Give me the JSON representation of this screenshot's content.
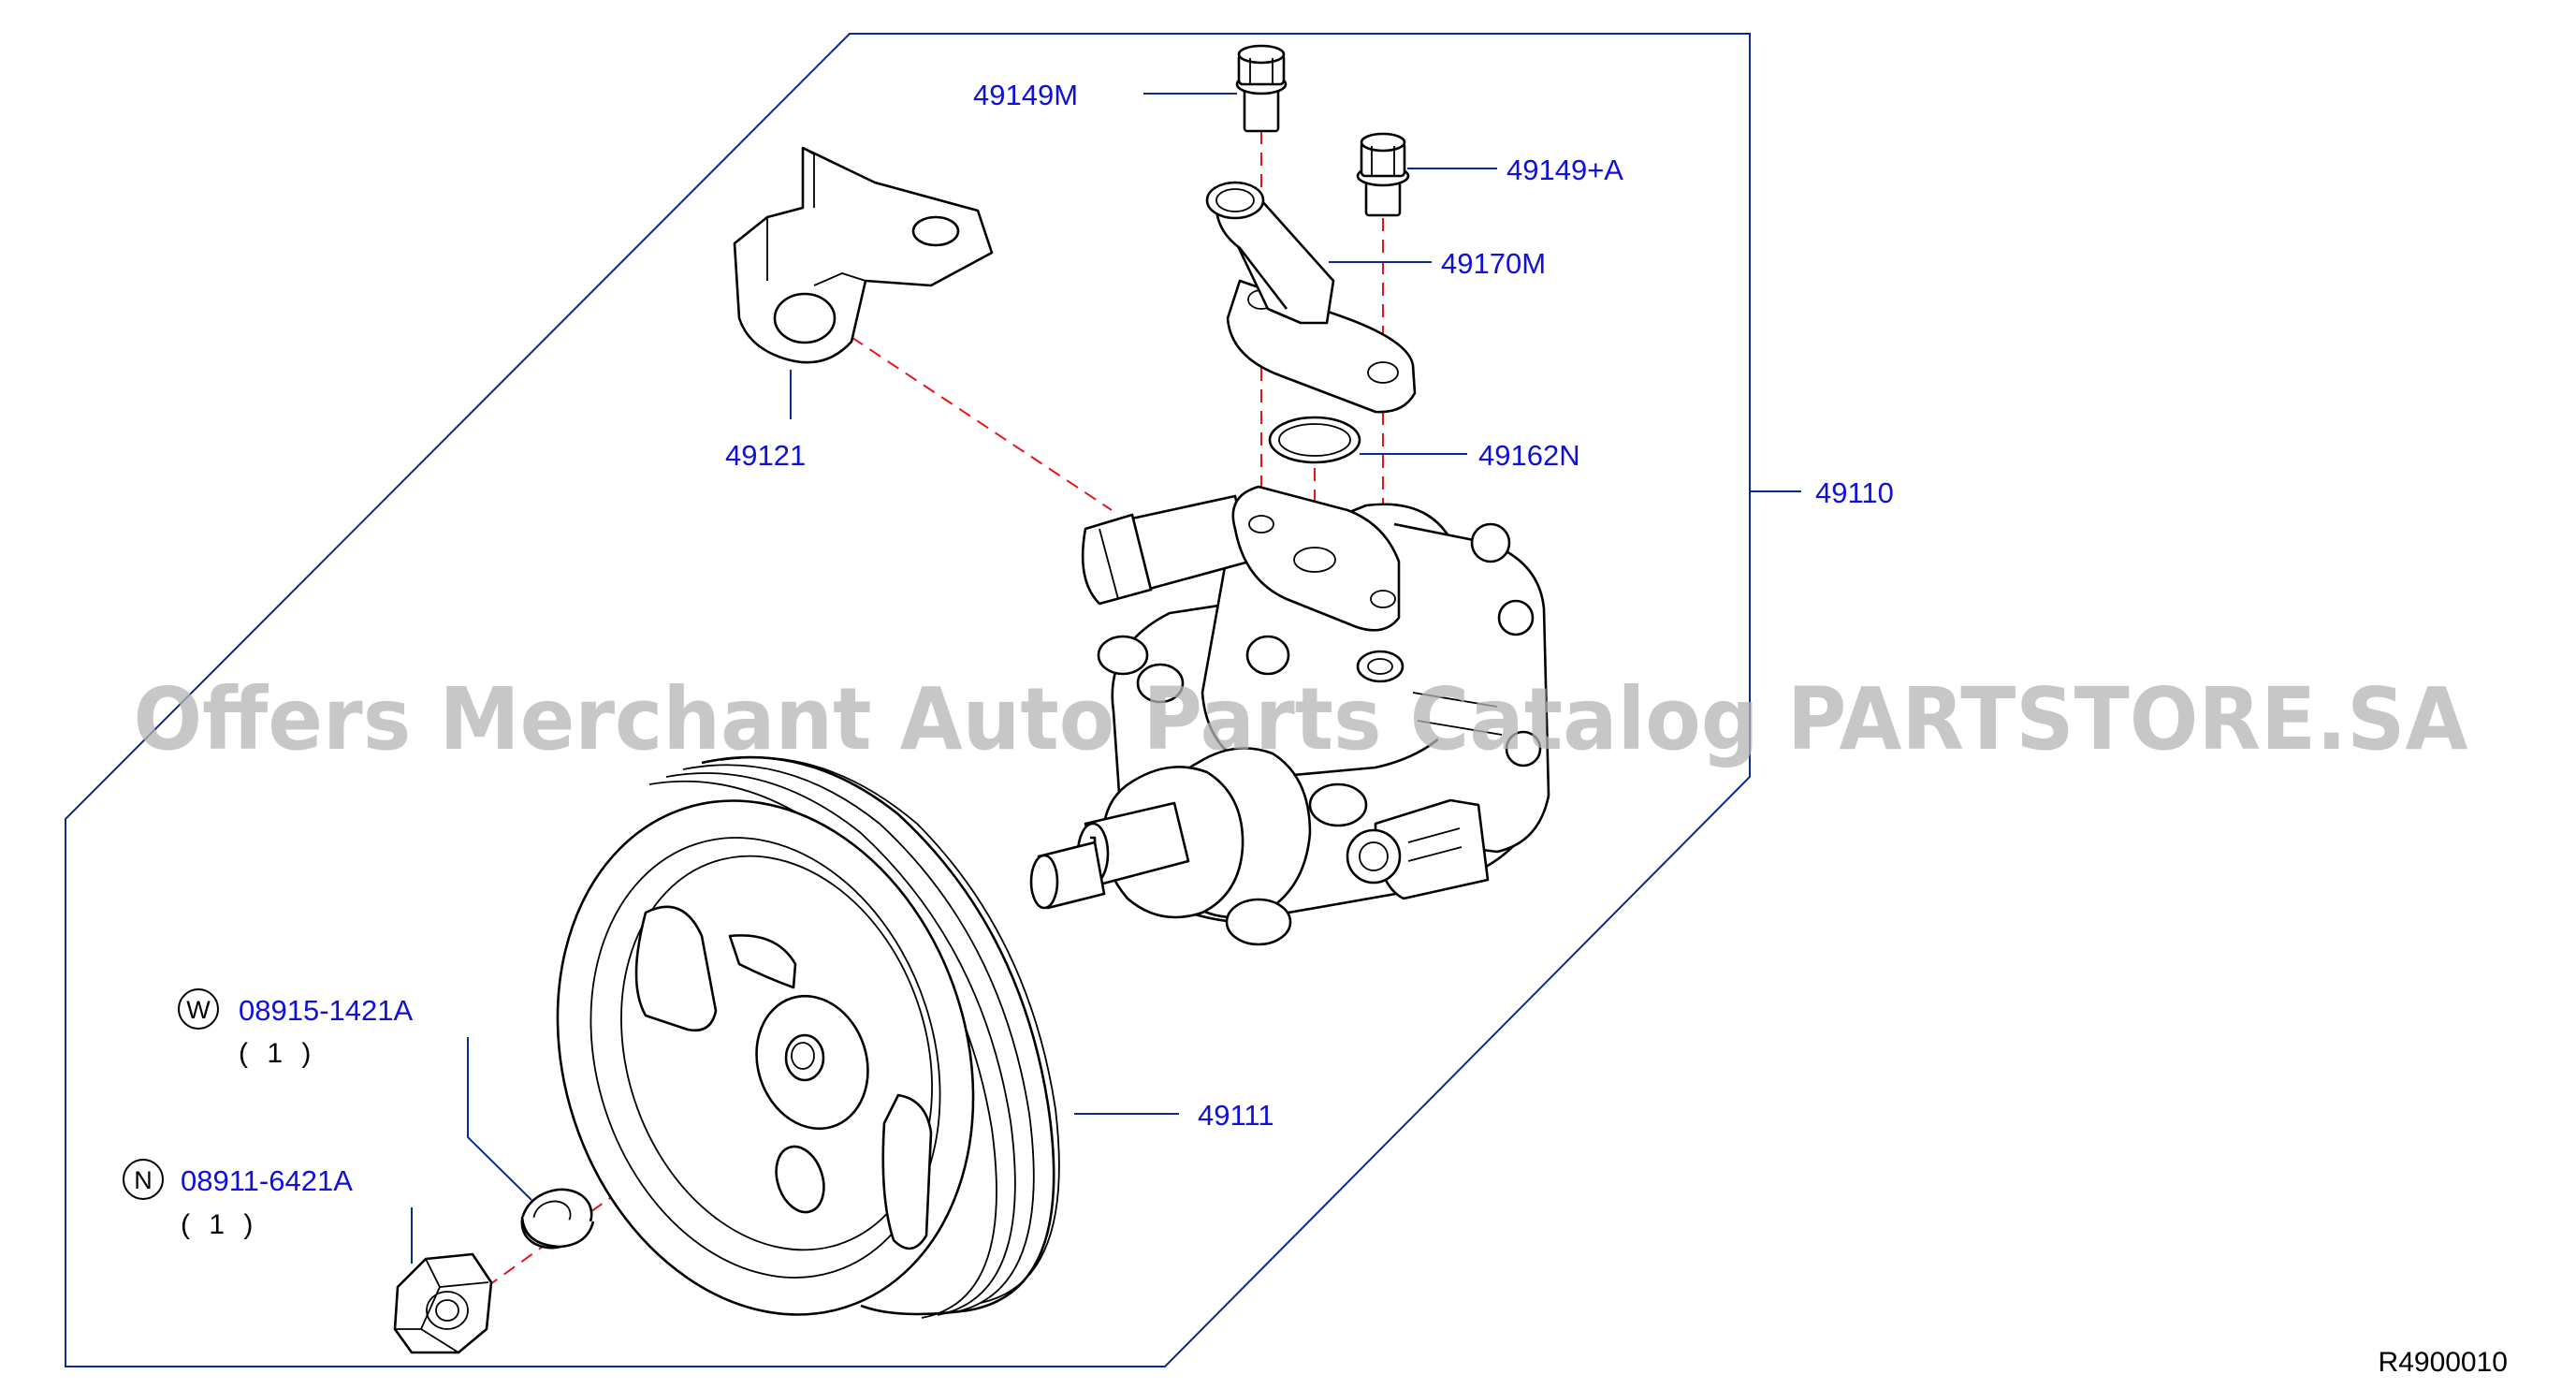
{
  "colors": {
    "label_blue": "#1010d8",
    "leader_blue": "#0a2a8c",
    "hidden_line_red": "#e8141b",
    "watermark_gray": "#b5b5b5"
  },
  "watermark": "Offers Merchant Auto Parts Catalog PARTSTORE.SA",
  "diagram_code": "R4900010",
  "parts": [
    {
      "number": "49149M"
    },
    {
      "number": "49149+A"
    },
    {
      "number": "49170M"
    },
    {
      "number": "49121"
    },
    {
      "number": "49162N"
    },
    {
      "number": "49110"
    },
    {
      "number": "49111"
    },
    {
      "number": "08915-1421A",
      "symbol": "W",
      "qty": "( 1 )"
    },
    {
      "number": "08911-6421A",
      "symbol": "N",
      "qty": "( 1 )"
    }
  ]
}
